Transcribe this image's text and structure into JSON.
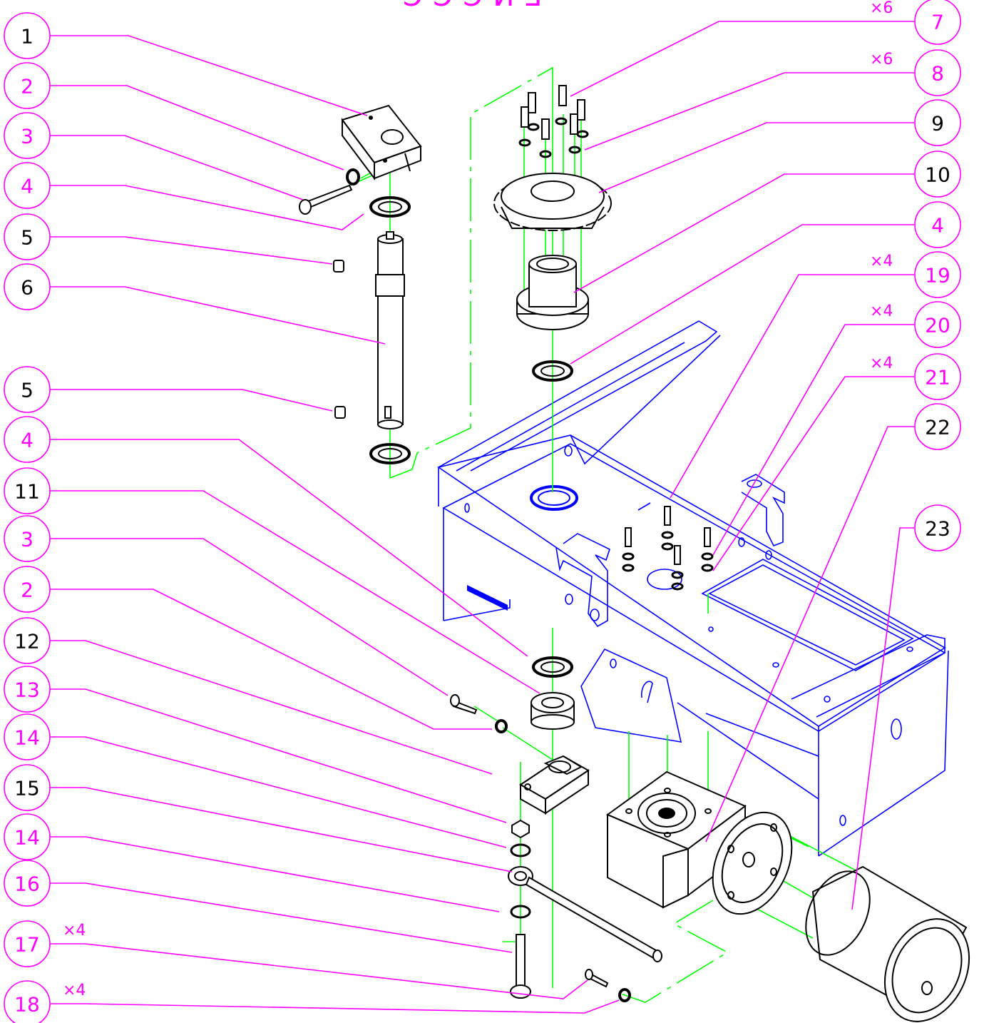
{
  "title_fragment": "ƆƆƆИƎ",
  "colors": {
    "leader": "#ff00ff",
    "part_outline": "#000000",
    "frame": "#0000ff",
    "centerline": "#00ff00"
  },
  "left_balloons": [
    {
      "label": "1",
      "qty": ""
    },
    {
      "label": "2",
      "qty": ""
    },
    {
      "label": "3",
      "qty": ""
    },
    {
      "label": "4",
      "qty": ""
    },
    {
      "label": "5",
      "qty": ""
    },
    {
      "label": "6",
      "qty": ""
    },
    {
      "label": "5",
      "qty": ""
    },
    {
      "label": "4",
      "qty": ""
    },
    {
      "label": "11",
      "qty": ""
    },
    {
      "label": "3",
      "qty": ""
    },
    {
      "label": "2",
      "qty": ""
    },
    {
      "label": "12",
      "qty": ""
    },
    {
      "label": "13",
      "qty": ""
    },
    {
      "label": "14",
      "qty": ""
    },
    {
      "label": "15",
      "qty": ""
    },
    {
      "label": "14",
      "qty": ""
    },
    {
      "label": "16",
      "qty": ""
    },
    {
      "label": "17",
      "qty": "×4"
    },
    {
      "label": "18",
      "qty": "×4"
    }
  ],
  "right_balloons": [
    {
      "label": "7",
      "qty": "×6"
    },
    {
      "label": "8",
      "qty": "×6"
    },
    {
      "label": "9",
      "qty": ""
    },
    {
      "label": "10",
      "qty": ""
    },
    {
      "label": "4",
      "qty": ""
    },
    {
      "label": "19",
      "qty": "×4"
    },
    {
      "label": "20",
      "qty": "×4"
    },
    {
      "label": "21",
      "qty": "×4"
    },
    {
      "label": "22",
      "qty": ""
    },
    {
      "label": "23",
      "qty": ""
    }
  ]
}
